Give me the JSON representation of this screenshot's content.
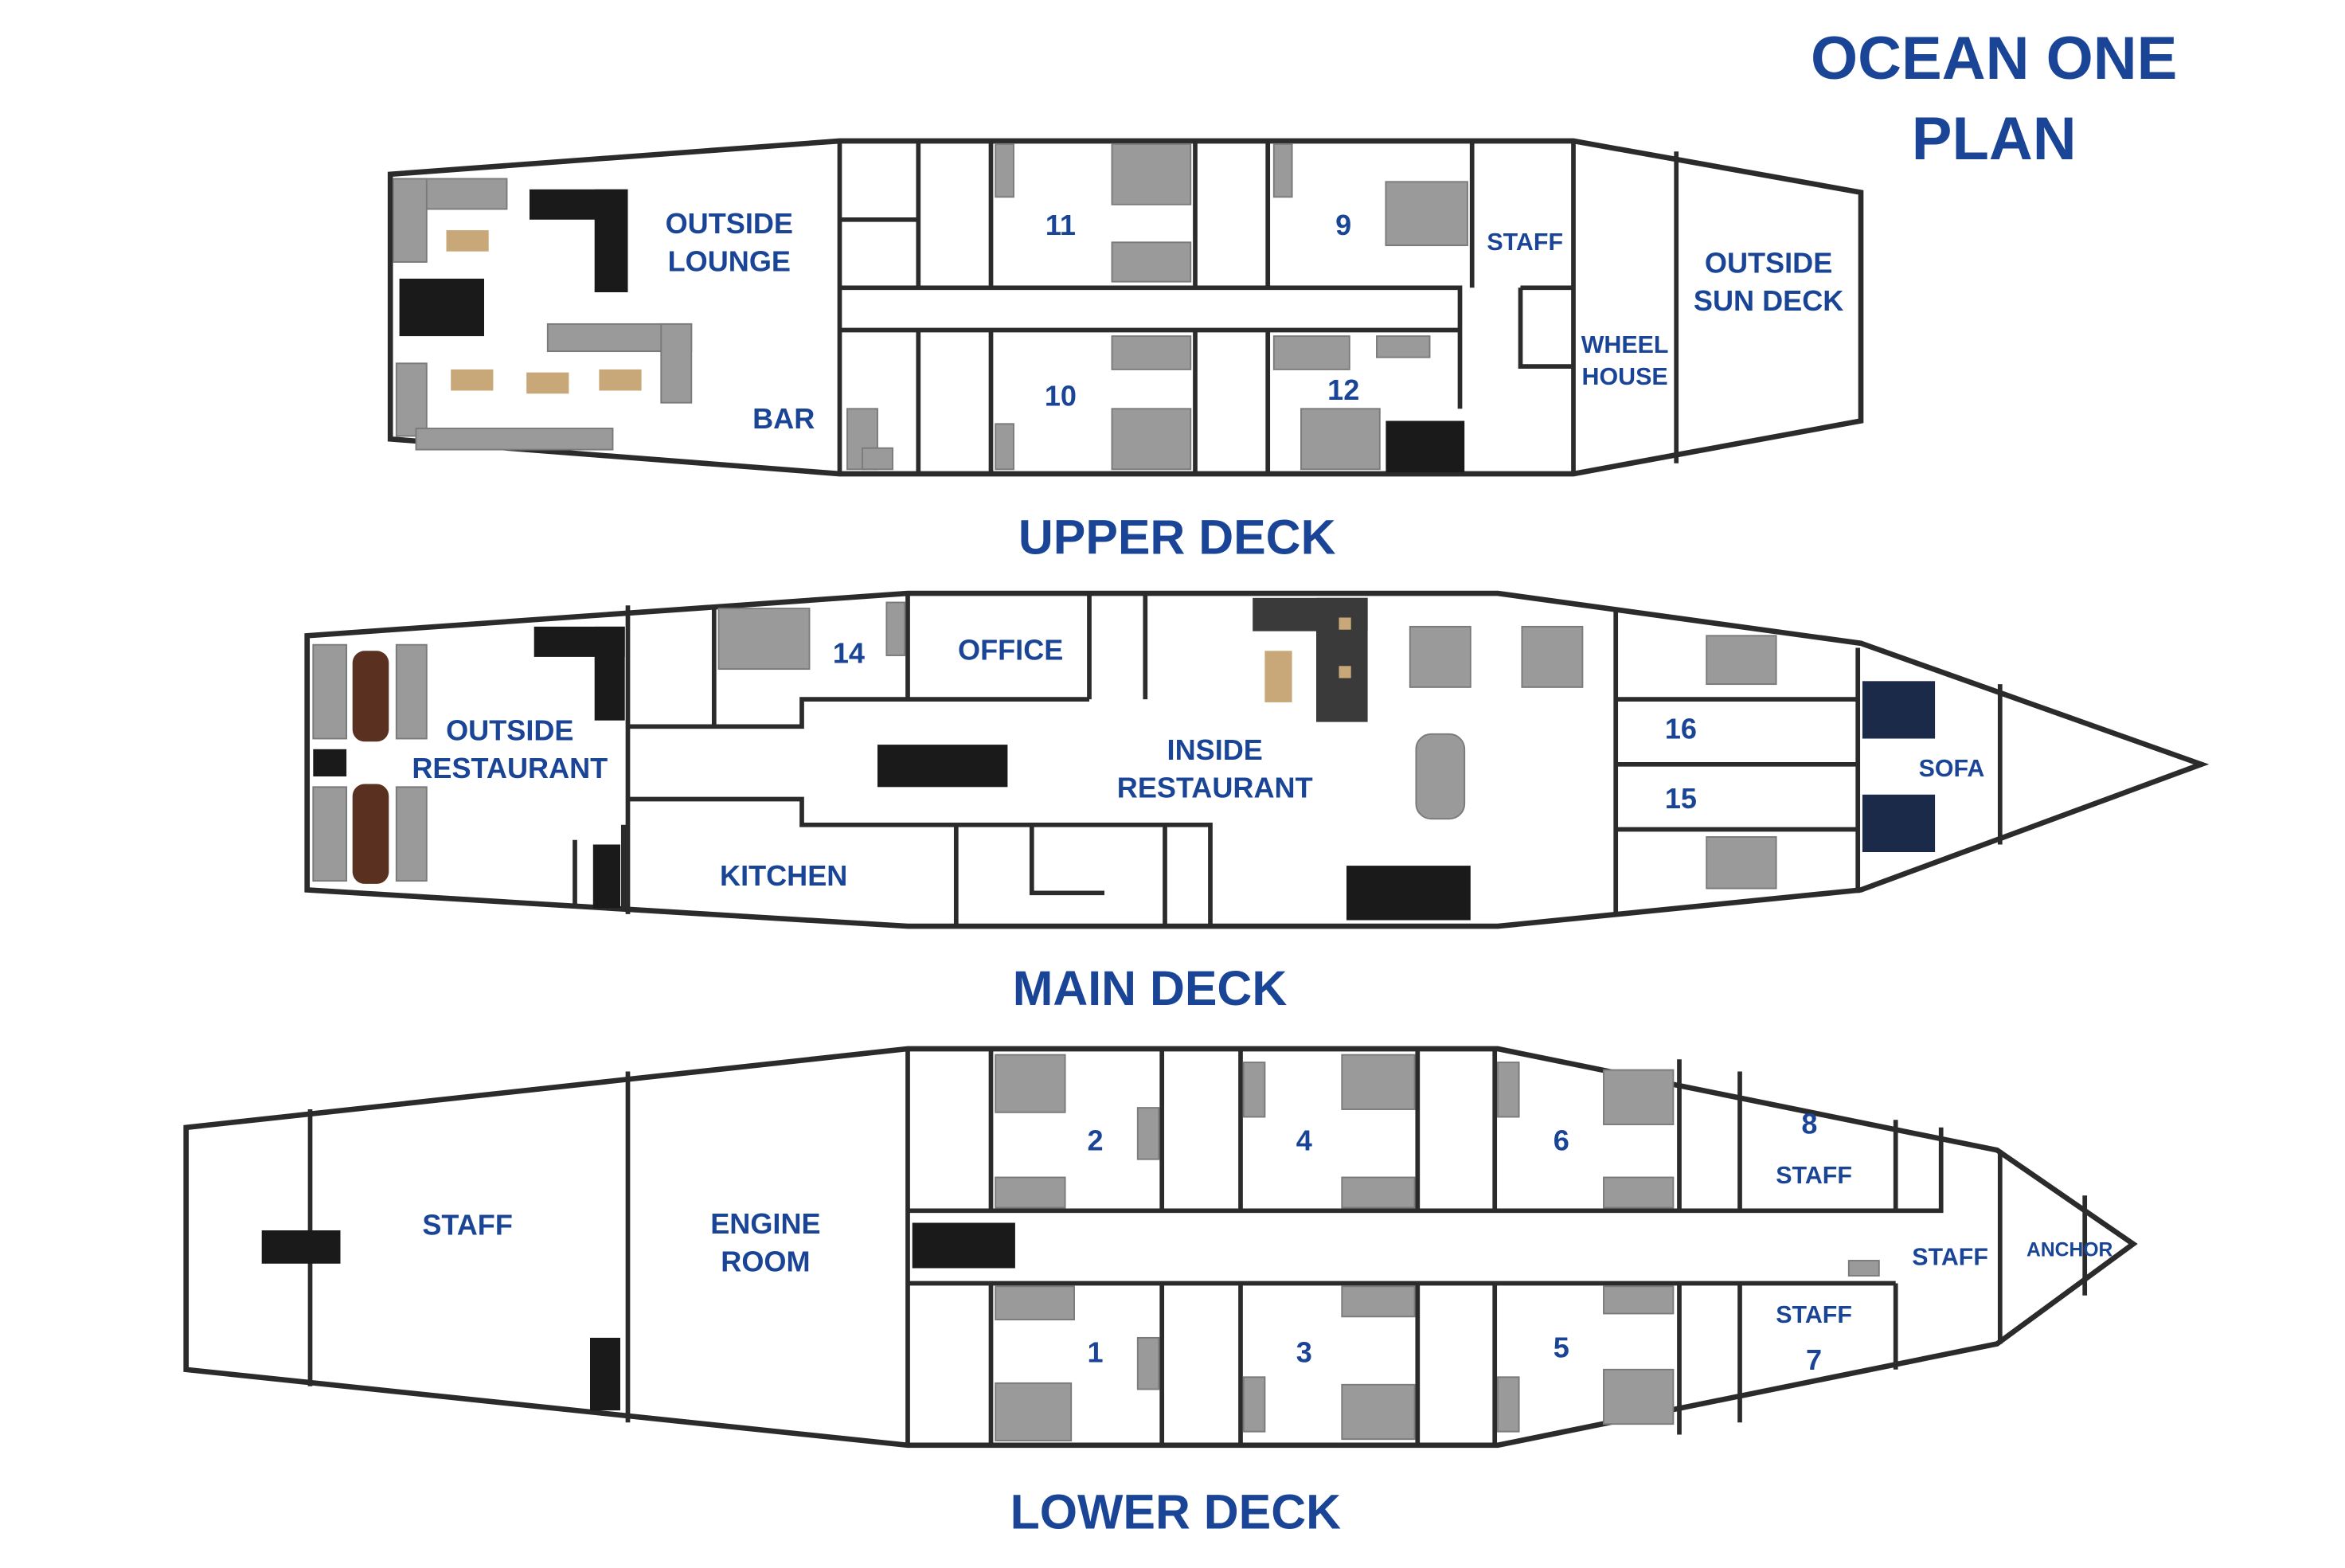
{
  "title": {
    "line1": "OCEAN ONE",
    "line2": "PLAN"
  },
  "colors": {
    "text": "#1a4596",
    "walls": "#2b2b2b",
    "furniture": "#9a9a9a"
  },
  "upper_deck": {
    "name": "UPPER DECK",
    "rooms": {
      "outside_lounge_1": "OUTSIDE",
      "outside_lounge_2": "LOUNGE",
      "bar": "BAR",
      "cabin_11": "11",
      "cabin_9": "9",
      "cabin_10": "10",
      "cabin_12": "12",
      "staff": "STAFF",
      "wheel_house_1": "WHEEL",
      "wheel_house_2": "HOUSE",
      "sun_deck_1": "OUTSIDE",
      "sun_deck_2": "SUN DECK"
    }
  },
  "main_deck": {
    "name": "MAIN DECK",
    "rooms": {
      "outside_restaurant_1": "OUTSIDE",
      "outside_restaurant_2": "RESTAURANT",
      "cabin_14": "14",
      "office": "OFFICE",
      "inside_restaurant_1": "INSIDE",
      "inside_restaurant_2": "RESTAURANT",
      "kitchen": "KITCHEN",
      "cabin_16": "16",
      "cabin_15": "15",
      "sofa": "SOFA"
    }
  },
  "lower_deck": {
    "name": "LOWER DECK",
    "rooms": {
      "staff_aft": "STAFF",
      "engine_room_1": "ENGINE",
      "engine_room_2": "ROOM",
      "cabin_2": "2",
      "cabin_4": "4",
      "cabin_6": "6",
      "cabin_8": "8",
      "staff_8": "STAFF",
      "cabin_1": "1",
      "cabin_3": "3",
      "cabin_5": "5",
      "staff_7": "STAFF",
      "cabin_7": "7",
      "staff_fwd": "STAFF",
      "anchor": "ANCHOR"
    }
  }
}
